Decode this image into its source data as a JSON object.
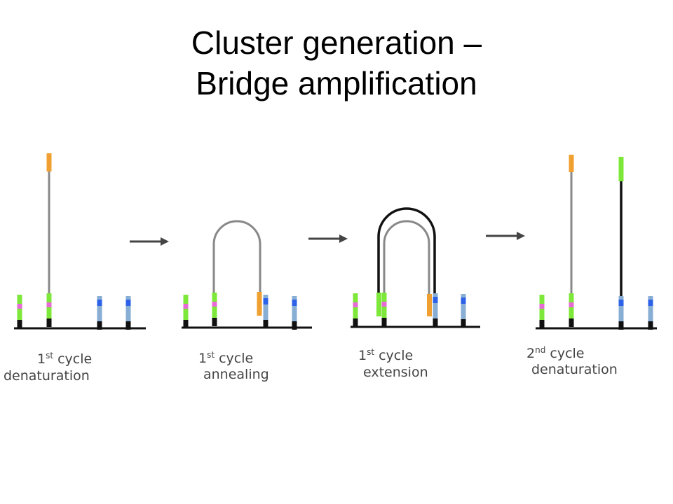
{
  "title": {
    "line1": "Cluster generation –",
    "line2": "Bridge amplification"
  },
  "panels": [
    {
      "num": "1",
      "suffix": "st",
      "word": "cycle",
      "step": "denaturation"
    },
    {
      "num": "1",
      "suffix": "st",
      "word": "cycle",
      "step": "annealing"
    },
    {
      "num": "1",
      "suffix": "st",
      "word": "cycle",
      "step": "extension"
    },
    {
      "num": "2",
      "suffix": "nd",
      "word": "cycle",
      "step": "denaturation"
    }
  ],
  "colors": {
    "surface": "#111111",
    "template_strand": "#888888",
    "new_strand": "#111111",
    "adapter_orange": "#f0a030",
    "primer_green": "#7ee83a",
    "index_magenta": "#e86ad6",
    "primer_blue": "#2d62e8",
    "primer_lightblue": "#88aed4",
    "arrow": "#444444"
  }
}
